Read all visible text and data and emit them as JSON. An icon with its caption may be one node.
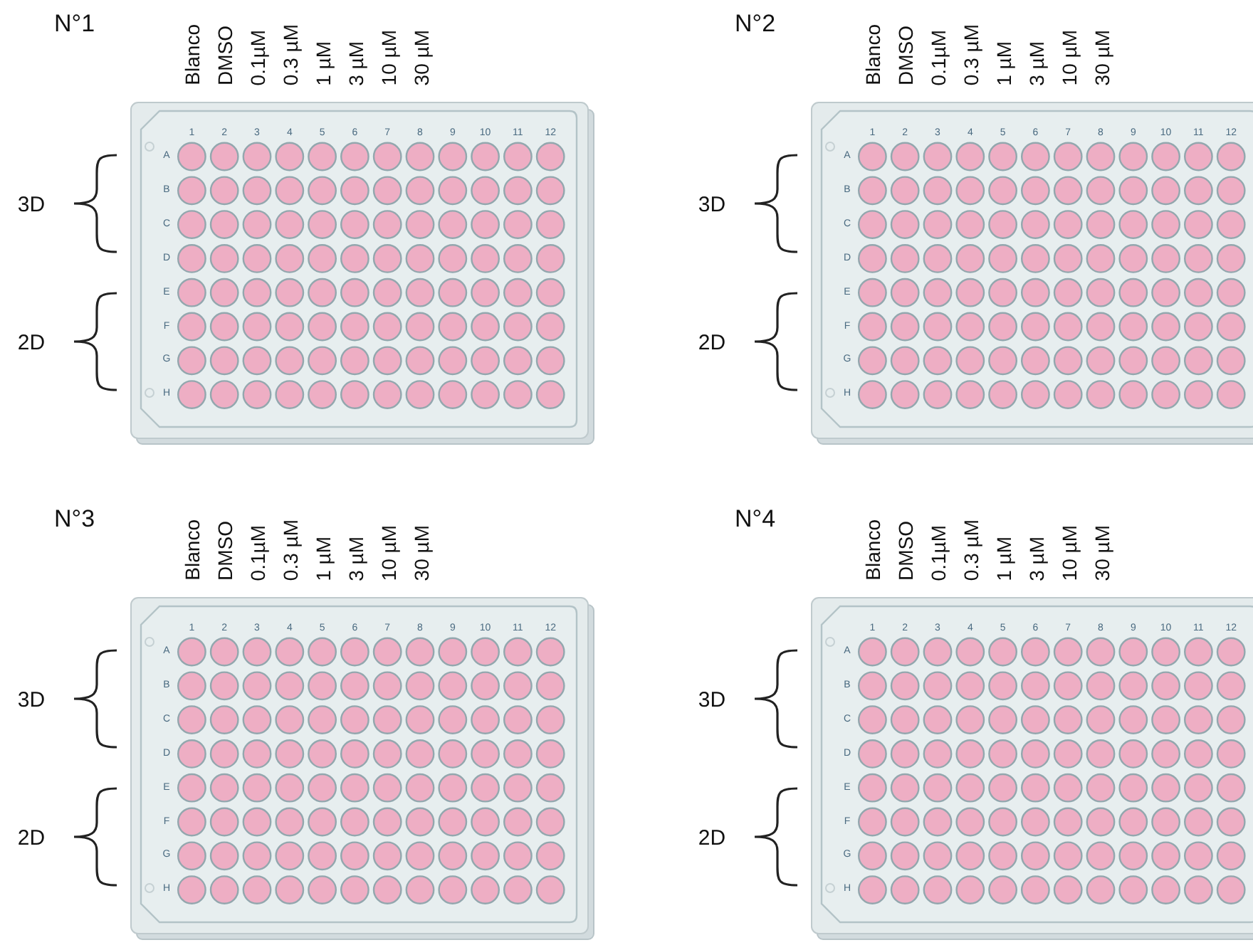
{
  "diagram": {
    "nodes": [
      {
        "text": [
          "N°1",
          "1",
          "2",
          "3",
          "4",
          "5",
          "6",
          "7",
          "8",
          "9",
          "10",
          "11",
          "12",
          "A",
          "B",
          "C",
          "D",
          "E",
          "F",
          "G",
          "H"
        ],
        "beside": [
          "Blanco",
          "DMSO",
          "0.1µM",
          "0.3 µM",
          "1 µM",
          "3 µM",
          "10 µM",
          "30 µM",
          "3D",
          "2D"
        ]
      },
      {
        "text": [
          "N°2",
          "1",
          "2",
          "3",
          "4",
          "5",
          "6",
          "7",
          "8",
          "9",
          "10",
          "11",
          "12",
          "A",
          "B",
          "C",
          "D",
          "E",
          "F",
          "G",
          "H"
        ],
        "beside": [
          "Blanco",
          "DMSO",
          "0.1µM",
          "0.3 µM",
          "1 µM",
          "3 µM",
          "10 µM",
          "30 µM",
          "3D",
          "2D"
        ]
      },
      {
        "text": [
          "N°3",
          "1",
          "2",
          "3",
          "4",
          "5",
          "6",
          "7",
          "8",
          "9",
          "10",
          "11",
          "12",
          "A",
          "B",
          "C",
          "D",
          "E",
          "F",
          "G",
          "H"
        ],
        "beside": [
          "Blanco",
          "DMSO",
          "0.1µM",
          "0.3 µM",
          "1 µM",
          "3 µM",
          "10 µM",
          "30 µM",
          "3D",
          "2D"
        ]
      },
      {
        "text": [
          "N°4",
          "1",
          "2",
          "3",
          "4",
          "5",
          "6",
          "7",
          "8",
          "9",
          "10",
          "11",
          "12",
          "A",
          "B",
          "C",
          "D",
          "E",
          "F",
          "G",
          "H"
        ],
        "beside": [
          "Blanco",
          "DMSO",
          "0.1µM",
          "0.3 µM",
          "1 µM",
          "3 µM",
          "10 µM",
          "30 µM",
          "3D",
          "2D"
        ]
      }
    ]
  }
}
